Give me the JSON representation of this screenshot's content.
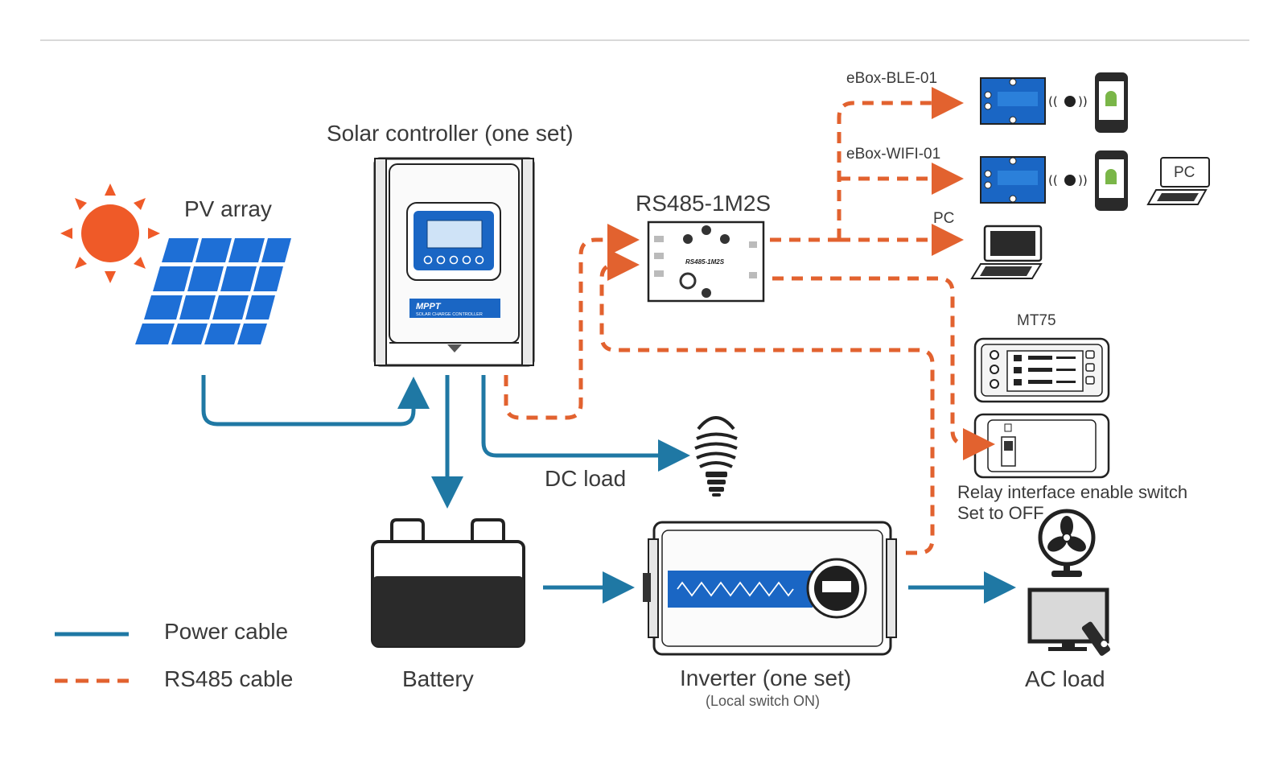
{
  "labels": {
    "solar_controller": "Solar controller (one set)",
    "pv_array": "PV array",
    "rs485_box": "RS485-1M2S",
    "rs485_box_face": "RS485-1M2S",
    "ebox_ble": "eBox-BLE-01",
    "ebox_wifi": "eBox-WIFI-01",
    "pc_right": "PC",
    "pc_lower": "PC",
    "mt75": "MT75",
    "relay_line1": "Relay interface enable switch",
    "relay_line2": "Set to OFF",
    "dc_load": "DC load",
    "battery": "Battery",
    "inverter": "Inverter (one set)",
    "inverter_note": "(Local switch ON)",
    "ac_load": "AC load",
    "controller_badge_title": "MPPT",
    "controller_badge_sub": "SOLAR CHARGE CONTROLLER"
  },
  "legend": [
    {
      "label": "Power cable",
      "style": "solid",
      "color": "#1f78a4"
    },
    {
      "label": "RS485 cable",
      "style": "dashed",
      "color": "#e2622f"
    }
  ],
  "colors": {
    "power_cable": "#1f78a4",
    "rs485_cable": "#e2622f",
    "sun": "#ef5a28",
    "panel": "#1e6fd6",
    "device_blue": "#1a66c4",
    "device_outline": "#222222"
  },
  "icons": [
    "sun-icon",
    "solar-panel-icon",
    "light-bulb-icon",
    "fan-icon",
    "monitor-icon",
    "remote-control-icon",
    "smartphone-icon",
    "laptop-icon",
    "bluetooth-icon",
    "wifi-icon"
  ]
}
